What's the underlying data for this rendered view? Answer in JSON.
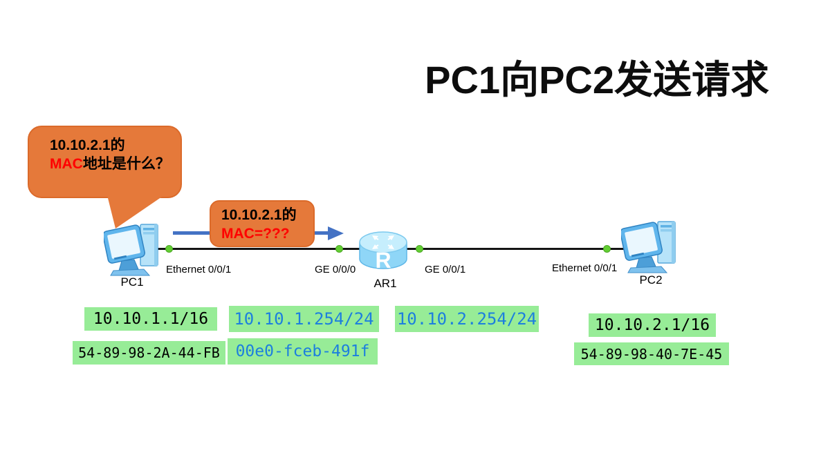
{
  "title": "PC1向PC2发送请求",
  "speech_bubble": {
    "line1": "10.10.2.1的",
    "highlight": "MAC",
    "line2": "地址是什么？"
  },
  "request_label": {
    "line1": "10.10.2.1的",
    "line2": "MAC=???"
  },
  "devices": {
    "pc1": {
      "name": "PC1",
      "ip": "10.10.1.1/16",
      "mac": "54-89-98-2A-44-FB"
    },
    "ar1": {
      "name": "AR1",
      "letter": "R",
      "ge0_ip": "10.10.1.254/24",
      "ge1_ip": "10.10.2.254/24",
      "mac": "00e0-fceb-491f"
    },
    "pc2": {
      "name": "PC2",
      "ip": "10.10.2.1/16",
      "mac": "54-89-98-40-7E-45"
    }
  },
  "interfaces": {
    "pc1_eth": "Ethernet 0/0/1",
    "ar1_ge0": "GE 0/0/0",
    "ar1_ge1": "GE 0/0/1",
    "pc2_eth": "Ethernet 0/0/1"
  },
  "colors": {
    "bubble_orange": "#E5793A",
    "bubble_border": "#DB6A2A",
    "arrow_blue": "#4472C4",
    "highlight_green_bg": "#97EC97",
    "ip_text_blue": "#1C7FDE",
    "mac_question_red": "#FF0000",
    "link_dot_green": "#63CE33"
  }
}
